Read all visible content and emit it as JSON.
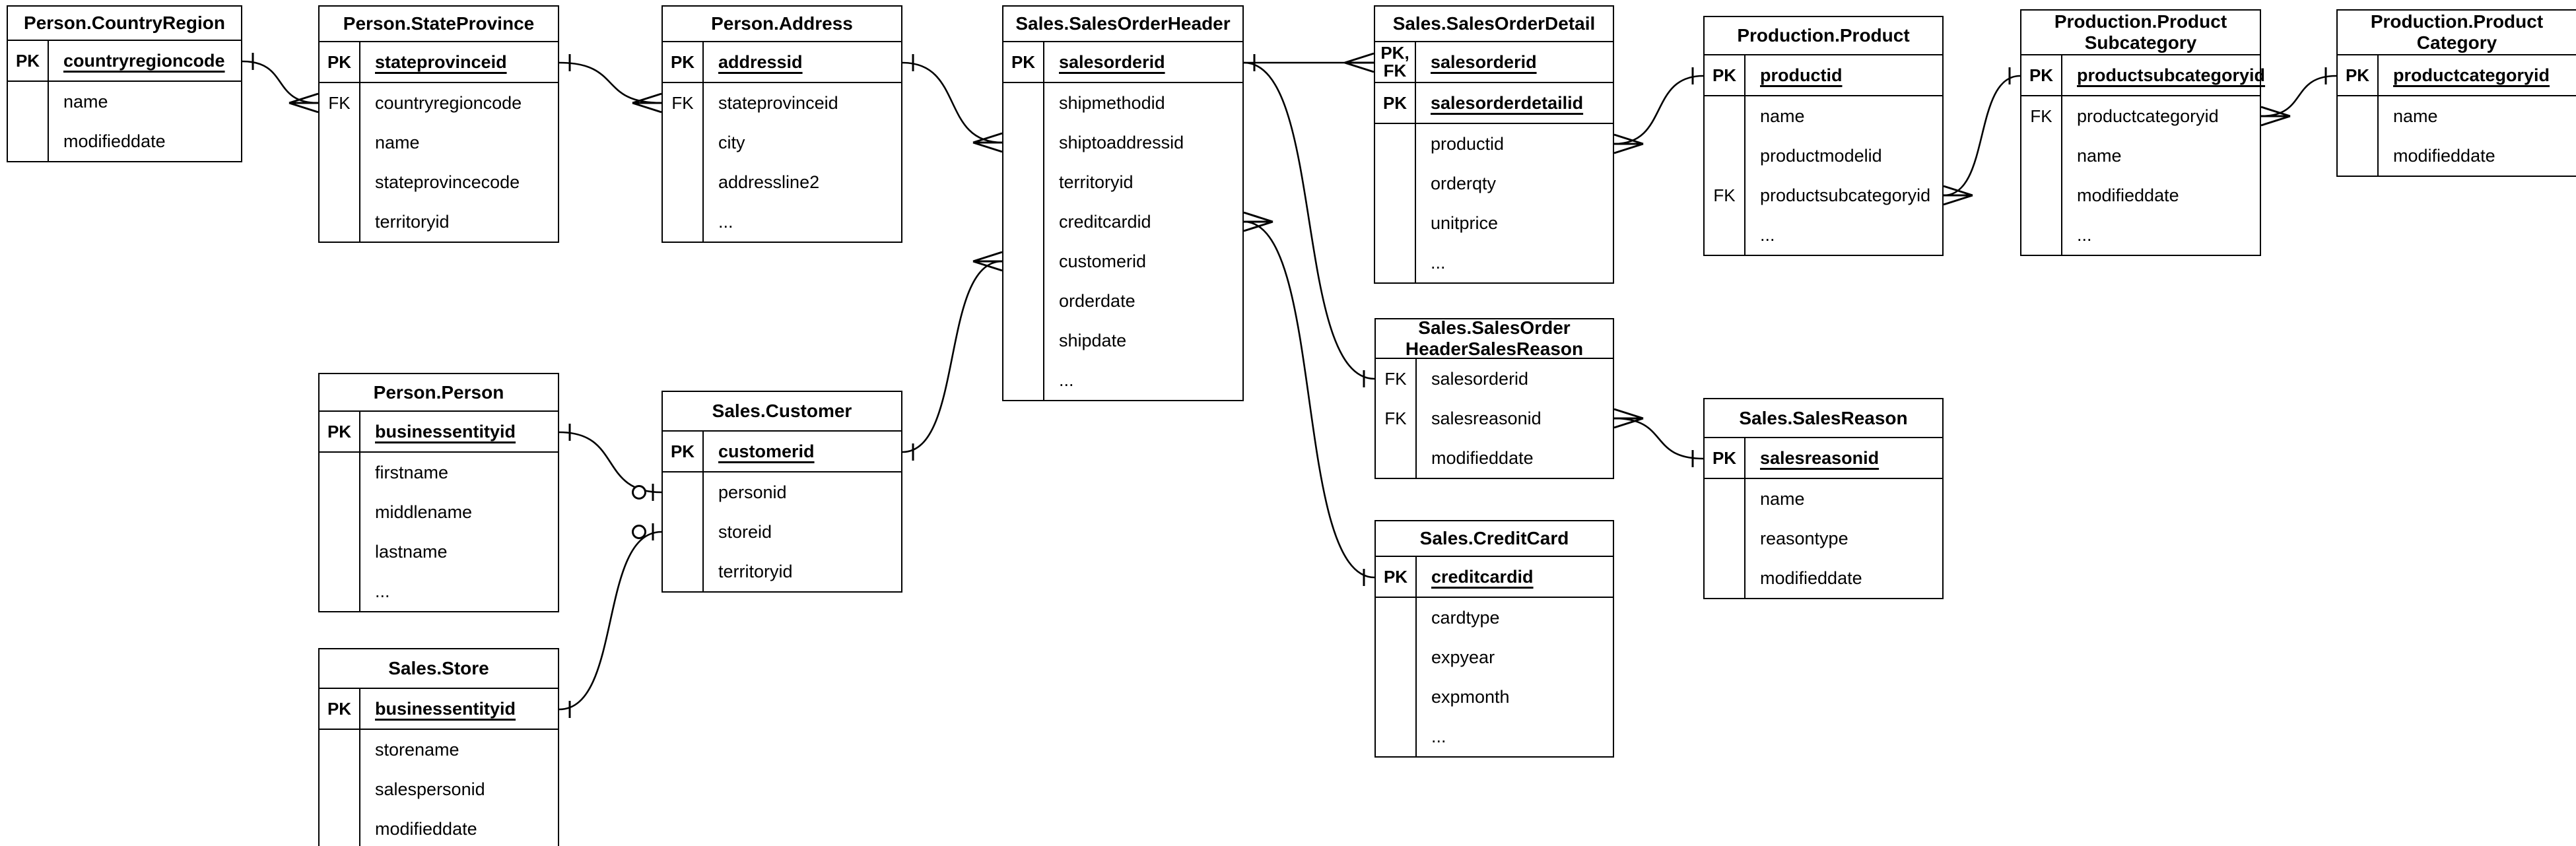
{
  "diagram": {
    "notation": "crow-foot",
    "tables": [
      {
        "id": "countryregion",
        "title": "Person.CountryRegion",
        "keys": [
          {
            "tag": "PK",
            "name": "countryregioncode"
          }
        ],
        "fields": [
          {
            "tag": "",
            "name": "name"
          },
          {
            "tag": "",
            "name": "modifieddate"
          }
        ]
      },
      {
        "id": "stateprovince",
        "title": "Person.StateProvince",
        "keys": [
          {
            "tag": "PK",
            "name": "stateprovinceid"
          }
        ],
        "fields": [
          {
            "tag": "FK",
            "name": "countryregioncode"
          },
          {
            "tag": "",
            "name": "name"
          },
          {
            "tag": "",
            "name": "stateprovincecode"
          },
          {
            "tag": "",
            "name": "territoryid"
          }
        ]
      },
      {
        "id": "address",
        "title": "Person.Address",
        "keys": [
          {
            "tag": "PK",
            "name": "addressid"
          }
        ],
        "fields": [
          {
            "tag": "FK",
            "name": "stateprovinceid"
          },
          {
            "tag": "",
            "name": "city"
          },
          {
            "tag": "",
            "name": "addressline2"
          },
          {
            "tag": "",
            "name": "..."
          }
        ]
      },
      {
        "id": "salesorderheader",
        "title": "Sales.SalesOrderHeader",
        "keys": [
          {
            "tag": "PK",
            "name": "salesorderid"
          }
        ],
        "fields": [
          {
            "tag": "",
            "name": "shipmethodid"
          },
          {
            "tag": "",
            "name": "shiptoaddressid"
          },
          {
            "tag": "",
            "name": "territoryid"
          },
          {
            "tag": "",
            "name": "creditcardid"
          },
          {
            "tag": "",
            "name": "customerid"
          },
          {
            "tag": "",
            "name": "orderdate"
          },
          {
            "tag": "",
            "name": "shipdate"
          },
          {
            "tag": "",
            "name": "..."
          }
        ]
      },
      {
        "id": "salesorderdetail",
        "title": "Sales.SalesOrderDetail",
        "keys": [
          {
            "tag": "PK,\nFK",
            "name": "salesorderid"
          },
          {
            "tag": "PK",
            "name": "salesorderdetailid"
          }
        ],
        "fields": [
          {
            "tag": "",
            "name": "productid"
          },
          {
            "tag": "",
            "name": "orderqty"
          },
          {
            "tag": "",
            "name": "unitprice"
          },
          {
            "tag": "",
            "name": "..."
          }
        ]
      },
      {
        "id": "product",
        "title": "Production.Product",
        "keys": [
          {
            "tag": "PK",
            "name": "productid"
          }
        ],
        "fields": [
          {
            "tag": "",
            "name": "name"
          },
          {
            "tag": "",
            "name": "productmodelid"
          },
          {
            "tag": "FK",
            "name": "productsubcategoryid"
          },
          {
            "tag": "",
            "name": "..."
          }
        ]
      },
      {
        "id": "productsubcategory",
        "title": "Production.Product\nSubcategory",
        "keys": [
          {
            "tag": "PK",
            "name": "productsubcategoryid"
          }
        ],
        "fields": [
          {
            "tag": "FK",
            "name": "productcategoryid"
          },
          {
            "tag": "",
            "name": "name"
          },
          {
            "tag": "",
            "name": "modifieddate"
          },
          {
            "tag": "",
            "name": "..."
          }
        ]
      },
      {
        "id": "productcategory",
        "title": "Production.Product\nCategory",
        "keys": [
          {
            "tag": "PK",
            "name": "productcategoryid"
          }
        ],
        "fields": [
          {
            "tag": "",
            "name": "name"
          },
          {
            "tag": "",
            "name": "modifieddate"
          }
        ]
      },
      {
        "id": "headersalesreason",
        "title": "Sales.SalesOrder\nHeaderSalesReason",
        "keys": [],
        "fields": [
          {
            "tag": "FK",
            "name": "salesorderid"
          },
          {
            "tag": "FK",
            "name": "salesreasonid"
          },
          {
            "tag": "",
            "name": "modifieddate"
          }
        ]
      },
      {
        "id": "salesreason",
        "title": "Sales.SalesReason",
        "keys": [
          {
            "tag": "PK",
            "name": "salesreasonid"
          }
        ],
        "fields": [
          {
            "tag": "",
            "name": "name"
          },
          {
            "tag": "",
            "name": "reasontype"
          },
          {
            "tag": "",
            "name": "modifieddate"
          }
        ]
      },
      {
        "id": "creditcard",
        "title": "Sales.CreditCard",
        "keys": [
          {
            "tag": "PK",
            "name": "creditcardid"
          }
        ],
        "fields": [
          {
            "tag": "",
            "name": "cardtype"
          },
          {
            "tag": "",
            "name": "expyear"
          },
          {
            "tag": "",
            "name": "expmonth"
          },
          {
            "tag": "",
            "name": "..."
          }
        ]
      },
      {
        "id": "person",
        "title": "Person.Person",
        "keys": [
          {
            "tag": "PK",
            "name": "businessentityid"
          }
        ],
        "fields": [
          {
            "tag": "",
            "name": "firstname"
          },
          {
            "tag": "",
            "name": "middlename"
          },
          {
            "tag": "",
            "name": "lastname"
          },
          {
            "tag": "",
            "name": "..."
          }
        ]
      },
      {
        "id": "customer",
        "title": "Sales.Customer",
        "keys": [
          {
            "tag": "PK",
            "name": "customerid"
          }
        ],
        "fields": [
          {
            "tag": "",
            "name": "personid"
          },
          {
            "tag": "",
            "name": "storeid"
          },
          {
            "tag": "",
            "name": "territoryid"
          }
        ]
      },
      {
        "id": "store",
        "title": "Sales.Store",
        "keys": [
          {
            "tag": "PK",
            "name": "businessentityid"
          }
        ],
        "fields": [
          {
            "tag": "",
            "name": "storename"
          },
          {
            "tag": "",
            "name": "salespersonid"
          },
          {
            "tag": "",
            "name": "modifieddate"
          }
        ]
      }
    ],
    "connectors": [
      {
        "from": {
          "table": "countryregion",
          "field": "countryregioncode",
          "marker": "one"
        },
        "to": {
          "table": "stateprovince",
          "field": "countryregioncode",
          "marker": "many"
        }
      },
      {
        "from": {
          "table": "stateprovince",
          "field": "stateprovinceid",
          "marker": "one"
        },
        "to": {
          "table": "address",
          "field": "stateprovinceid",
          "marker": "many"
        }
      },
      {
        "from": {
          "table": "address",
          "field": "addressid",
          "marker": "one"
        },
        "to": {
          "table": "salesorderheader",
          "field": "shiptoaddressid",
          "marker": "many"
        }
      },
      {
        "from": {
          "table": "customer",
          "field": "customerid",
          "marker": "one"
        },
        "to": {
          "table": "salesorderheader",
          "field": "customerid",
          "marker": "many"
        }
      },
      {
        "from": {
          "table": "salesorderheader",
          "field": "salesorderid",
          "marker": "one"
        },
        "to": {
          "table": "salesorderdetail",
          "field": "salesorderid",
          "marker": "many"
        }
      },
      {
        "from": {
          "table": "salesorderheader",
          "field": "salesorderid",
          "marker": "one"
        },
        "to": {
          "table": "headersalesreason",
          "field": "salesorderid",
          "marker": "one"
        }
      },
      {
        "from": {
          "table": "salesorderheader",
          "field": "creditcardid",
          "marker": "many"
        },
        "to": {
          "table": "creditcard",
          "field": "creditcardid",
          "marker": "one"
        }
      },
      {
        "from": {
          "table": "salesorderdetail",
          "field": "productid",
          "marker": "many"
        },
        "to": {
          "table": "product",
          "field": "productid",
          "marker": "one"
        }
      },
      {
        "from": {
          "table": "product",
          "field": "productsubcategoryid",
          "marker": "many"
        },
        "to": {
          "table": "productsubcategory",
          "field": "productsubcategoryid",
          "marker": "one"
        }
      },
      {
        "from": {
          "table": "productsubcategory",
          "field": "productcategoryid",
          "marker": "many"
        },
        "to": {
          "table": "productcategory",
          "field": "productcategoryid",
          "marker": "one"
        }
      },
      {
        "from": {
          "table": "headersalesreason",
          "field": "salesreasonid",
          "marker": "many"
        },
        "to": {
          "table": "salesreason",
          "field": "salesreasonid",
          "marker": "one"
        }
      },
      {
        "from": {
          "table": "person",
          "field": "businessentityid",
          "marker": "one"
        },
        "to": {
          "table": "customer",
          "field": "personid",
          "marker": "zero-one"
        }
      },
      {
        "from": {
          "table": "store",
          "field": "businessentityid",
          "marker": "one"
        },
        "to": {
          "table": "customer",
          "field": "storeid",
          "marker": "zero-one"
        }
      }
    ],
    "line_color": "#000000",
    "background_color": "#ffffff"
  }
}
